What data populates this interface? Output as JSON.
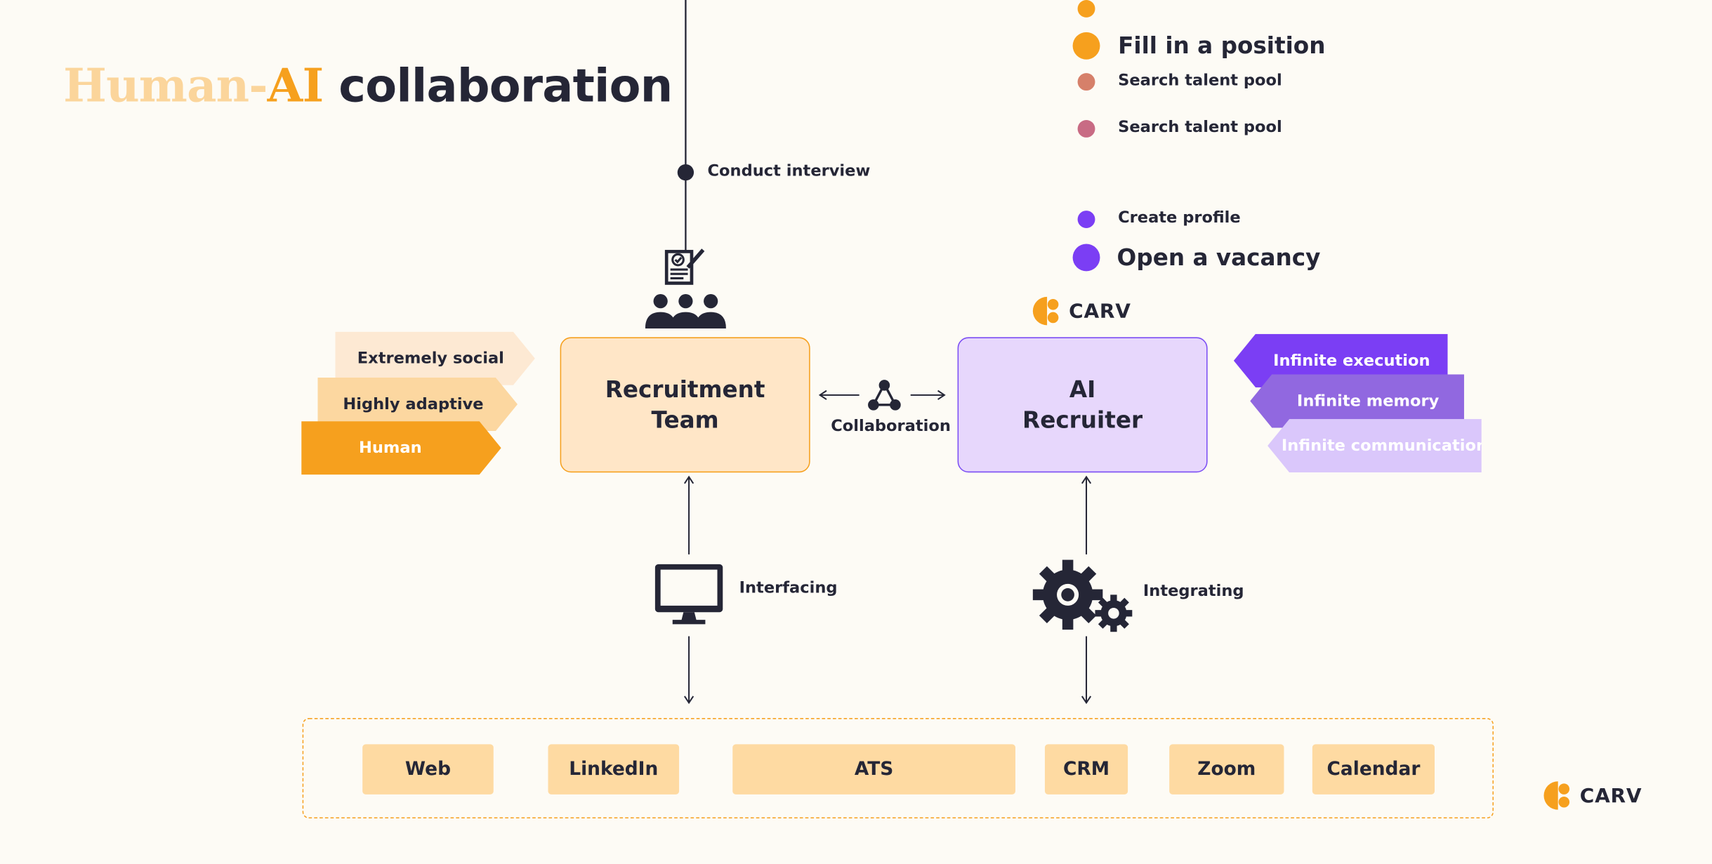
{
  "title": {
    "highlight": "Human-AI",
    "rest": "collaboration"
  },
  "timeline_left": {
    "step": "Conduct interview"
  },
  "timeline_right": {
    "steps": [
      "Fill in a position",
      "Search talent pool",
      "Search talent pool",
      "Create profile",
      "Open a vacancy"
    ]
  },
  "team_box": {
    "line1": "Recruitment",
    "line2": "Team"
  },
  "ai_box": {
    "line1": "AI",
    "line2": "Recruiter"
  },
  "collaboration_label": "Collaboration",
  "human_traits": [
    "Extremely social",
    "Highly adaptive",
    "Human"
  ],
  "ai_traits": [
    "Infinite execution",
    "Infinite memory",
    "Infinite communication"
  ],
  "interfacing_label": "Interfacing",
  "integrating_label": "Integrating",
  "systems": [
    "Web",
    "LinkedIn",
    "ATS",
    "CRM",
    "Zoom",
    "Calendar"
  ],
  "brand": {
    "name": "CARV"
  },
  "colors": {
    "orange": "#f6a01e",
    "light_orange": "#fbd59b",
    "purple": "#7b3ef4",
    "light_purple": "#dac7fb",
    "dark": "#252636",
    "background": "#fdfbf5"
  },
  "icons": [
    "checklist-icon",
    "people-group-icon",
    "collaboration-icon",
    "monitor-icon",
    "gears-icon",
    "carv-logo-icon"
  ]
}
